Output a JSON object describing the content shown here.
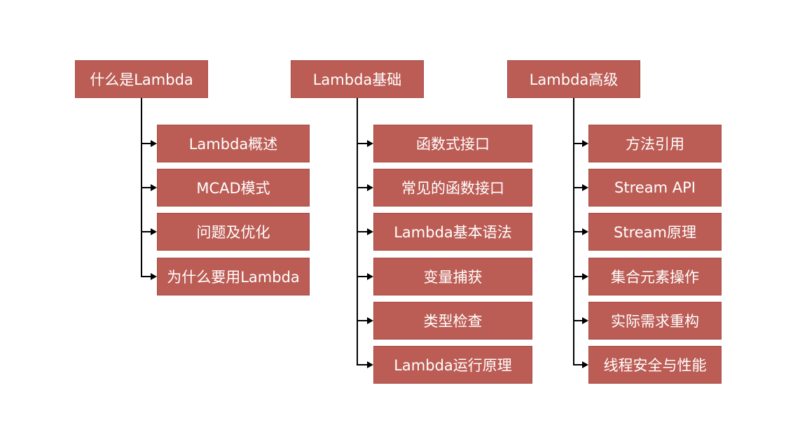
{
  "colors": {
    "box_fill": "#bc5d55",
    "box_border": "#a54b44",
    "text": "#ffffff",
    "connector": "#000000"
  },
  "columns": [
    {
      "title": "什么是Lambda",
      "items": [
        "Lambda概述",
        "MCAD模式",
        "问题及优化",
        "为什么要用Lambda"
      ]
    },
    {
      "title": "Lambda基础",
      "items": [
        "函数式接口",
        "常见的函数接口",
        "Lambda基本语法",
        "变量捕获",
        "类型检查",
        "Lambda运行原理"
      ]
    },
    {
      "title": "Lambda高级",
      "items": [
        "方法引用",
        "Stream API",
        "Stream原理",
        "集合元素操作",
        "实际需求重构",
        "线程安全与性能"
      ]
    }
  ]
}
